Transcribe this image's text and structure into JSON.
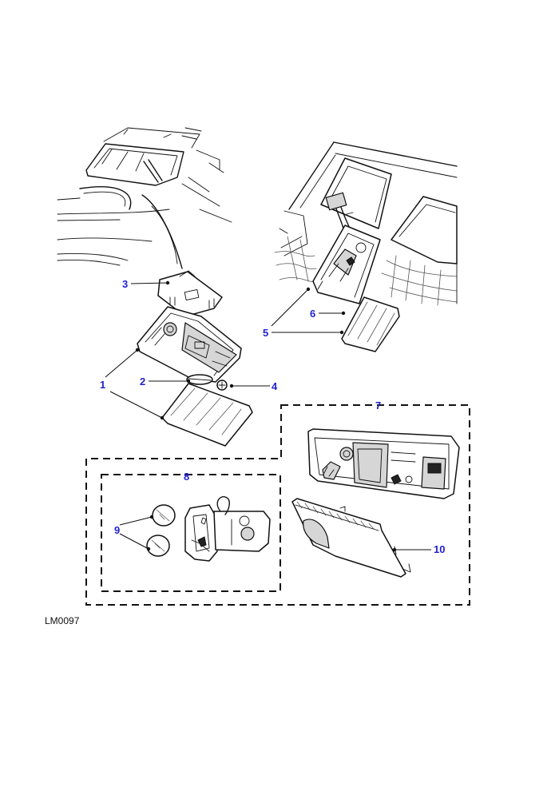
{
  "callouts": {
    "c1": "1",
    "c2": "2",
    "c3": "3",
    "c4": "4",
    "c5": "5",
    "c6": "6",
    "c7": "7",
    "c8": "8",
    "c9": "9",
    "c10": "10"
  },
  "drawing_code": "LM0097"
}
